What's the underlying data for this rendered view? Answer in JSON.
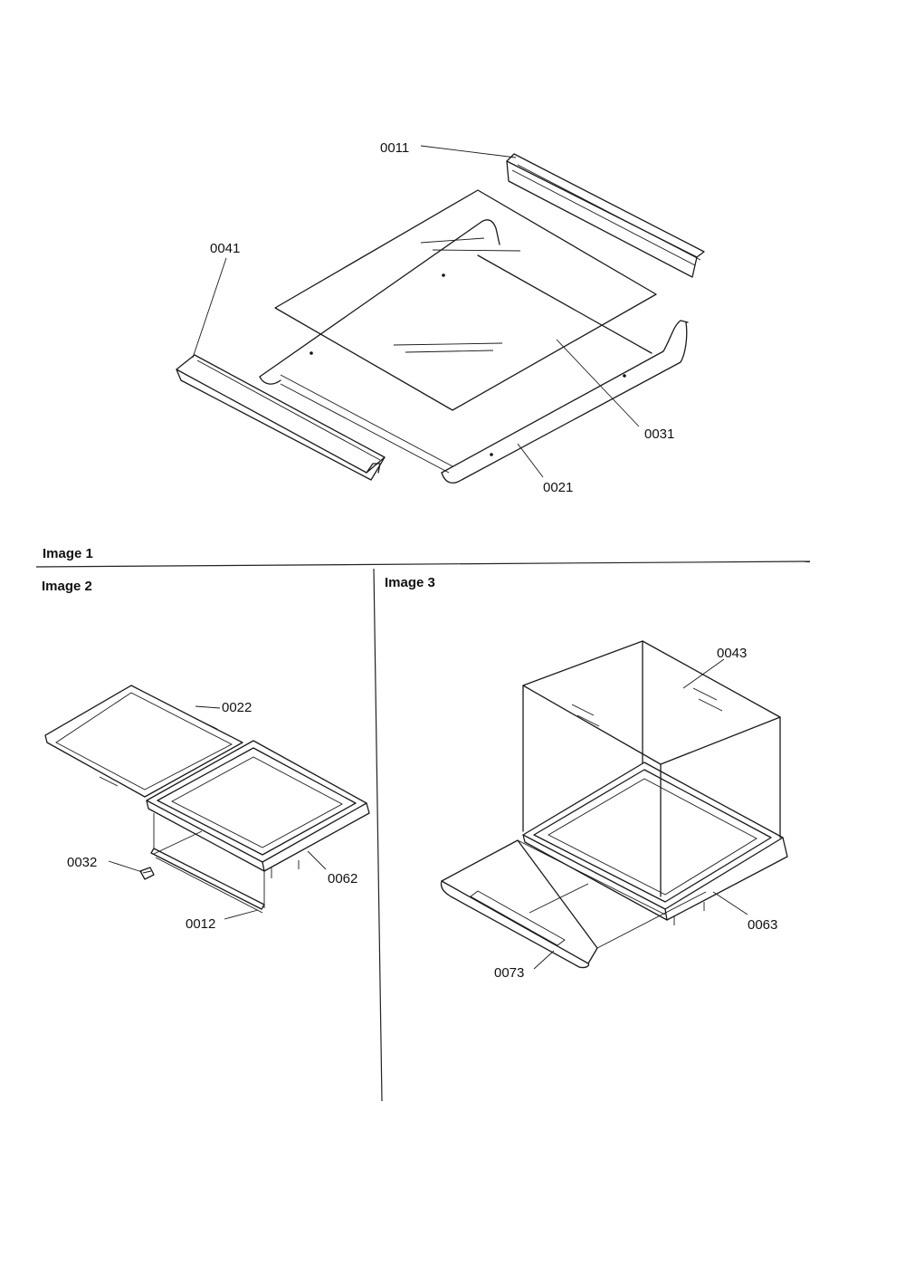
{
  "sections": [
    {
      "label": "Image 1"
    },
    {
      "label": "Image 2"
    },
    {
      "label": "Image 3"
    }
  ],
  "callouts": {
    "p0011": "0011",
    "p0041": "0041",
    "p0031": "0031",
    "p0021": "0021",
    "p0022": "0022",
    "p0032": "0032",
    "p0062": "0062",
    "p0012": "0012",
    "p0043": "0043",
    "p0063": "0063",
    "p0073": "0073"
  }
}
